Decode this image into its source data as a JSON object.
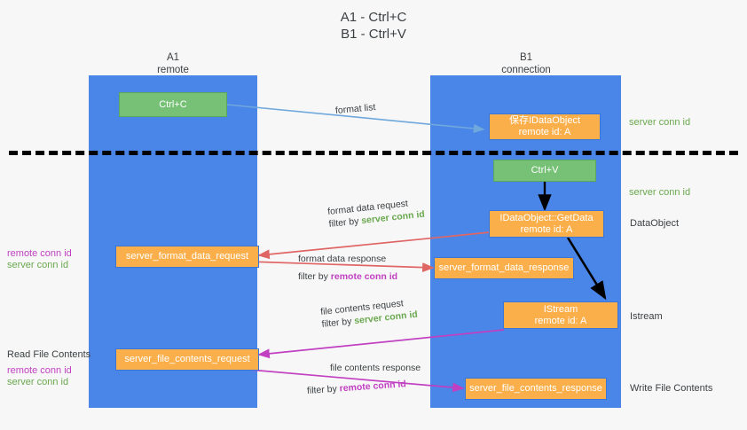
{
  "title": "A1 - Ctrl+C\nB1 - Ctrl+V",
  "lanes": [
    {
      "name": "A1",
      "sub": "remote",
      "label": "A1\nremote"
    },
    {
      "name": "B1",
      "sub": "connection",
      "label": "B1\nconnection"
    }
  ],
  "boxes": {
    "ctrl_c": "Ctrl+C",
    "ctrl_v": "Ctrl+V",
    "save_idataobject": "保存IDataObject\nremote id: A",
    "getdata": "IDataObject::GetData\nremote id: A",
    "istream": "IStream\nremote id: A",
    "server_format_data_request": "server_format_data_request",
    "server_format_data_response": "server_format_data_response",
    "server_file_contents_request": "server_file_contents_request",
    "server_file_contents_response": "server_file_contents_response"
  },
  "edges": {
    "format_list": "format list",
    "format_data_request": "format data request",
    "format_data_request_filter_prefix": "filter by ",
    "format_data_request_filter_key": "server conn id",
    "format_data_response": "format data response",
    "format_data_response_filter_prefix": "filter by ",
    "format_data_response_filter_key": "remote conn id",
    "file_contents_request": "file contents request",
    "file_contents_request_filter_prefix": "filter by ",
    "file_contents_request_filter_key": "server conn id",
    "file_contents_response": "file contents response",
    "file_contents_response_filter_prefix": "filter by ",
    "file_contents_response_filter_key": "remote conn id"
  },
  "annotations": {
    "server_conn_id_top": "server conn id",
    "server_conn_id_mid": "server conn id",
    "dataobject": "DataObject",
    "istream": "Istream",
    "write_file_contents": "Write File Contents",
    "read_file_contents": "Read File Contents",
    "left_conn_ids_1_remote": "remote conn id",
    "left_conn_ids_1_server": "server conn id",
    "left_conn_ids_2_remote": "remote conn id",
    "left_conn_ids_2_server": "server conn id"
  },
  "colors": {
    "lane": "#4a86e8",
    "green_box": "#77c176",
    "orange_box": "#fbaf4b",
    "arrow_blue": "#6fa8dc",
    "arrow_red": "#e06666",
    "arrow_magenta": "#c13fc1",
    "arrow_black": "#000000",
    "text_green": "#6aa84f",
    "text_magenta": "#c13fc1",
    "background": "#f7f7f7"
  }
}
